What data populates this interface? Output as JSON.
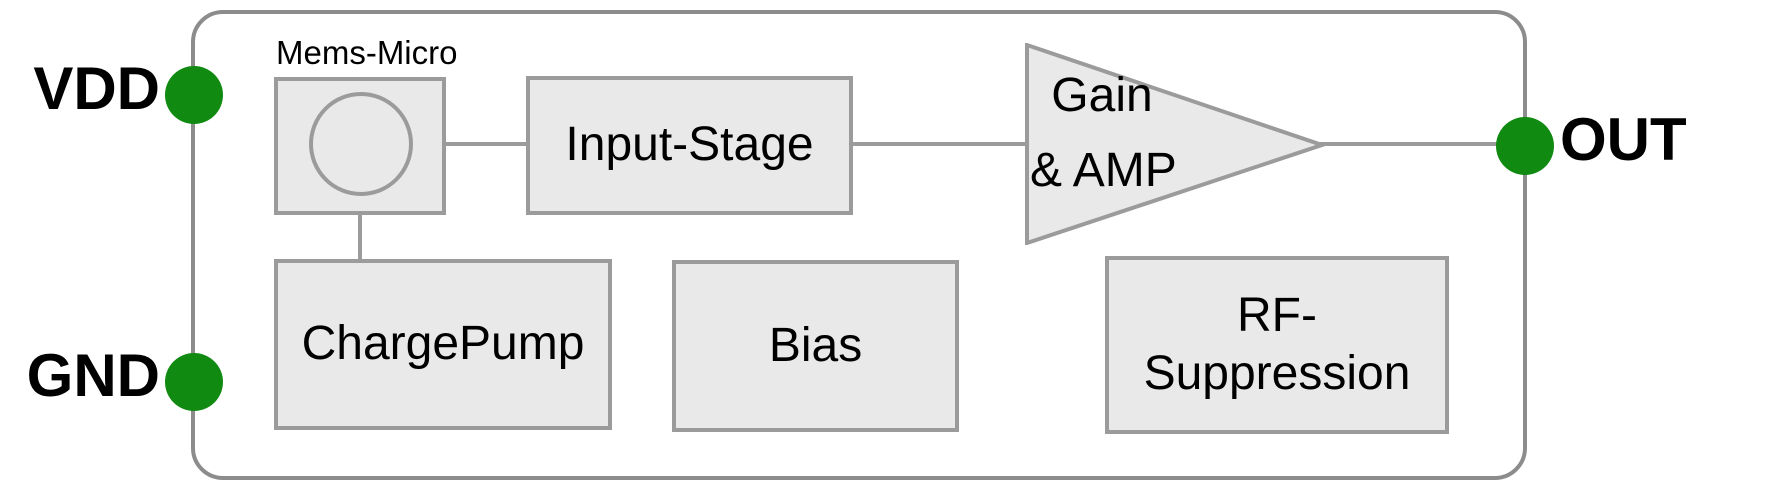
{
  "figure": {
    "type": "circuit-block-diagram",
    "description_colors": {
      "pin_green": "#118a11",
      "block_fill": "#e9e9e9",
      "block_border": "#9b9b9b",
      "chip_outline": "#8c8c8c",
      "text": "#000000",
      "background": "#ffffff"
    },
    "pins": [
      {
        "name": "VDD"
      },
      {
        "name": "GND"
      },
      {
        "name": "OUT"
      }
    ],
    "blocks": [
      {
        "id": "mems-micro",
        "label": "Mems-Micro"
      },
      {
        "id": "input-stage",
        "label": "Input-Stage"
      },
      {
        "id": "amplifier",
        "label_line1": "Gain",
        "label_line2": "& AMP"
      },
      {
        "id": "charge-pump",
        "label": "ChargePump"
      },
      {
        "id": "bias",
        "label": "Bias"
      },
      {
        "id": "rf-suppression",
        "label_line1": "RF-",
        "label_line2": "Suppression"
      }
    ]
  }
}
